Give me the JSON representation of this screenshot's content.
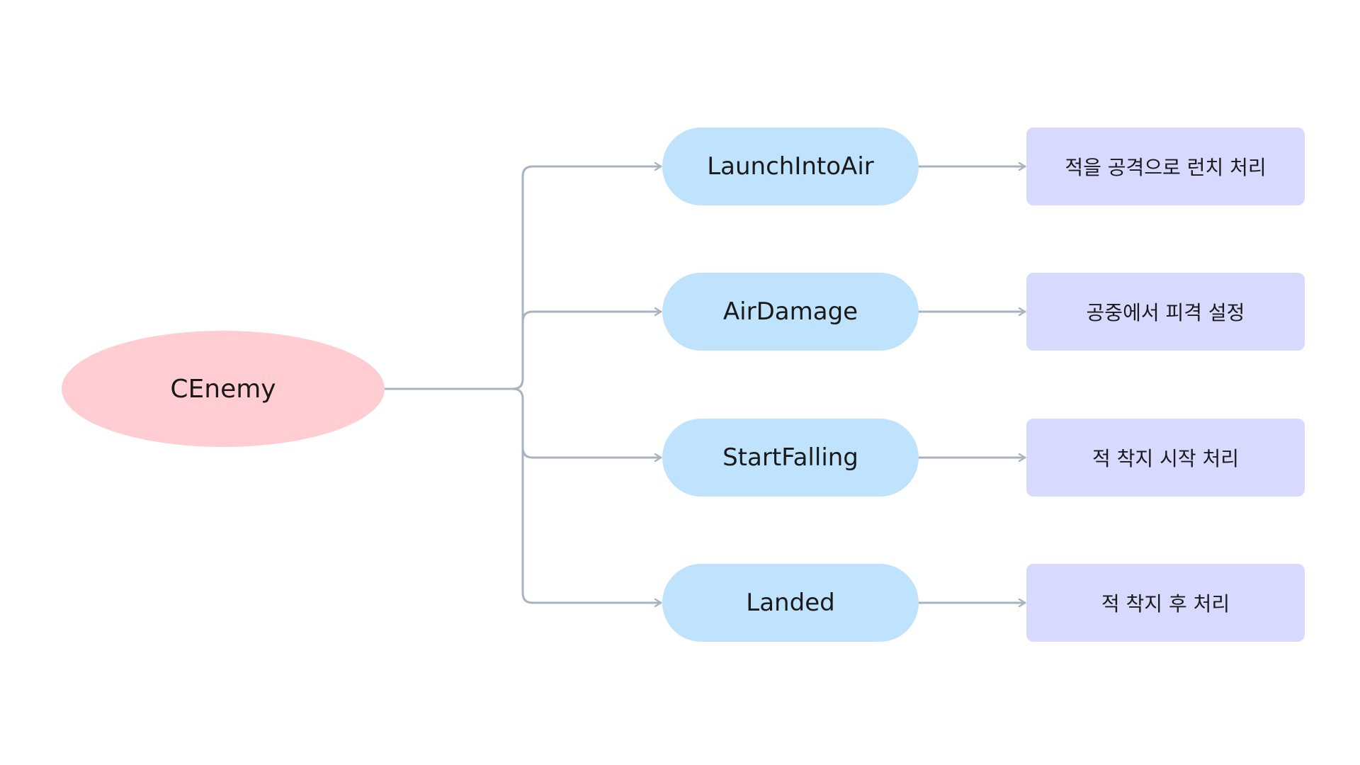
{
  "diagram": {
    "root": {
      "label": "CEnemy"
    },
    "branches": [
      {
        "method": "LaunchIntoAir",
        "description": "적을 공격으로 런치 처리"
      },
      {
        "method": "AirDamage",
        "description": "공중에서 피격 설정"
      },
      {
        "method": "StartFalling",
        "description": "적 착지 시작 처리"
      },
      {
        "method": "Landed",
        "description": "적 착지 후 처리"
      }
    ]
  },
  "colors": {
    "root_fill": "#ffcdd2",
    "method_fill": "#bfe3fc",
    "description_fill": "#d8d9ff",
    "connector": "#a7b3bd"
  }
}
